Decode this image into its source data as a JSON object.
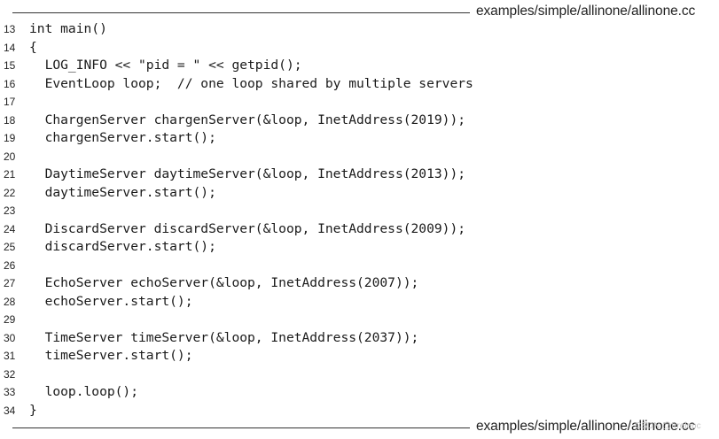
{
  "file_label": "examples/simple/allinone/allinone.cc",
  "watermark": "CSDN @Irrelepc",
  "lines": [
    {
      "num": "13",
      "text": "int main()"
    },
    {
      "num": "14",
      "text": "{"
    },
    {
      "num": "15",
      "text": "  LOG_INFO << \"pid = \" << getpid();"
    },
    {
      "num": "16",
      "text": "  EventLoop loop;  // one loop shared by multiple servers"
    },
    {
      "num": "17",
      "text": ""
    },
    {
      "num": "18",
      "text": "  ChargenServer chargenServer(&loop, InetAddress(2019));"
    },
    {
      "num": "19",
      "text": "  chargenServer.start();"
    },
    {
      "num": "20",
      "text": ""
    },
    {
      "num": "21",
      "text": "  DaytimeServer daytimeServer(&loop, InetAddress(2013));"
    },
    {
      "num": "22",
      "text": "  daytimeServer.start();"
    },
    {
      "num": "23",
      "text": ""
    },
    {
      "num": "24",
      "text": "  DiscardServer discardServer(&loop, InetAddress(2009));"
    },
    {
      "num": "25",
      "text": "  discardServer.start();"
    },
    {
      "num": "26",
      "text": ""
    },
    {
      "num": "27",
      "text": "  EchoServer echoServer(&loop, InetAddress(2007));"
    },
    {
      "num": "28",
      "text": "  echoServer.start();"
    },
    {
      "num": "29",
      "text": ""
    },
    {
      "num": "30",
      "text": "  TimeServer timeServer(&loop, InetAddress(2037));"
    },
    {
      "num": "31",
      "text": "  timeServer.start();"
    },
    {
      "num": "32",
      "text": ""
    },
    {
      "num": "33",
      "text": "  loop.loop();"
    },
    {
      "num": "34",
      "text": "}"
    }
  ]
}
